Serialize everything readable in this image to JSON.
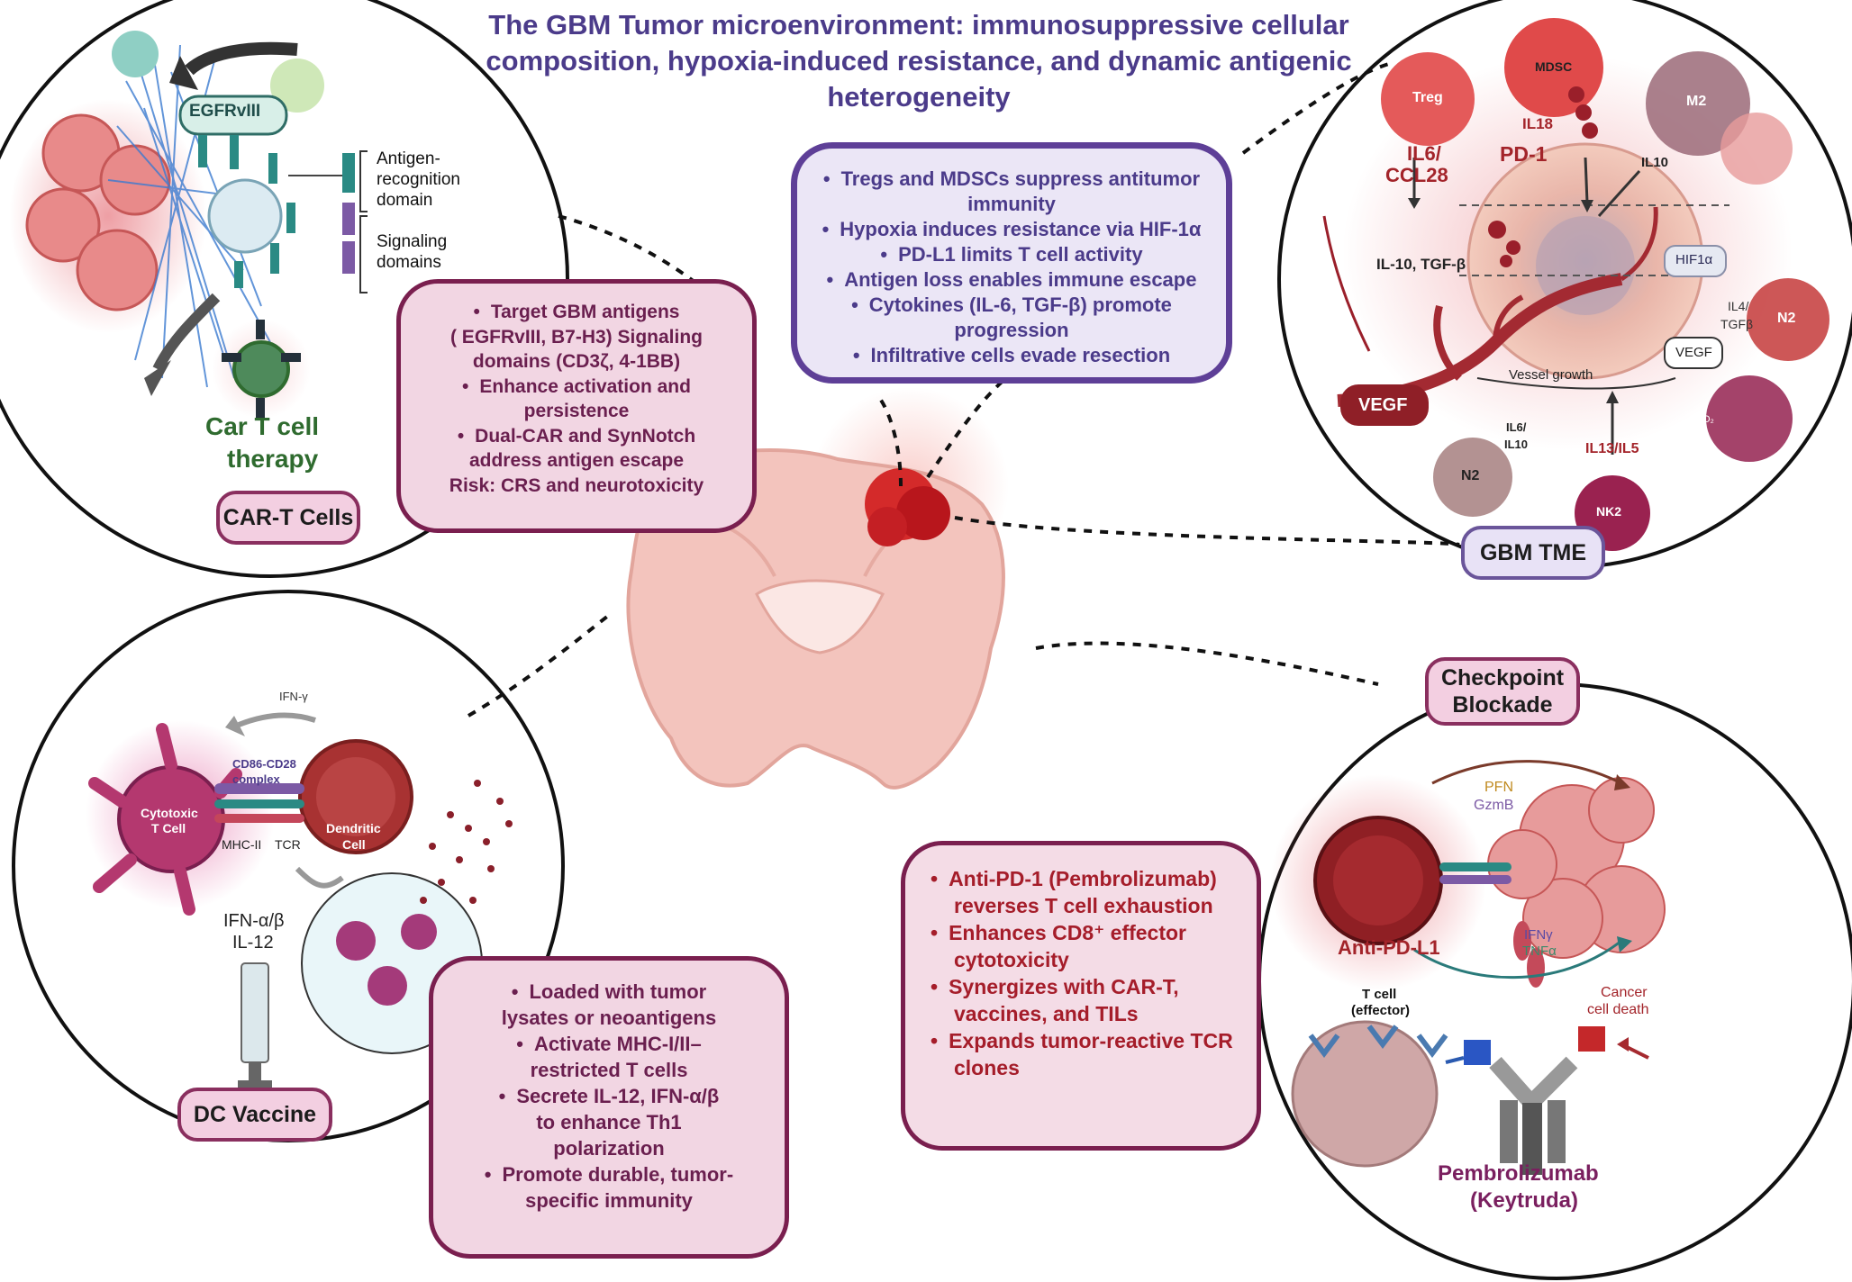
{
  "title_lines": [
    "The GBM  Tumor microenvironment: immunosuppressive cellular",
    "composition, hypoxia-induced resistance, and dynamic antigenic",
    "heterogeneity"
  ],
  "tme_box": {
    "items": [
      "Tregs and MDSCs suppress antitumor",
      "immunity",
      "Hypoxia induces resistance via HIF-1α",
      "PD-L1 limits T cell activity",
      "Antigen loss enables immune escape",
      "Cytokines (IL-6, TGF-β) promote",
      "progression",
      "Infiltrative cells evade resection"
    ]
  },
  "cart_box": {
    "items": [
      "Target GBM antigens",
      "( EGFRvIII, B7-H3) Signaling",
      "domains (CD3ζ, 4-1BB)",
      "Enhance activation and",
      "persistence",
      "Dual-CAR and SynNotch",
      "address antigen escape",
      "Risk: CRS and neurotoxicity"
    ]
  },
  "dc_box": {
    "items": [
      "Loaded with tumor",
      "lysates or neoantigens",
      "Activate MHC-I/II–",
      "restricted T cells",
      "Secrete IL-12, IFN-α/β",
      "to enhance Th1",
      "polarization",
      "Promote durable, tumor-",
      "specific immunity"
    ]
  },
  "cb_box": {
    "items": [
      "Anti-PD-1 (Pembrolizumab) reverses T cell exhaustion",
      "Enhances CD8⁺ effector cytotoxicity",
      "Synergizes with CAR-T, vaccines, and TILs",
      "Expands tumor-reactive TCR clones"
    ]
  },
  "section_labels": {
    "cart": "CAR-T Cells",
    "gbm_tme": "GBM TME",
    "dc_vaccine": "DC Vaccine",
    "checkpoint_line1": "Checkpoint",
    "checkpoint_line2": "Blockade"
  },
  "cart_panel": {
    "egfr": "EGFRvIII",
    "antigen1": "Antigen-",
    "antigen2": "recognition",
    "antigen3": "domain",
    "signal1": "Signaling",
    "signal2": "domains",
    "car1": "Car T cell",
    "car2": "therapy"
  },
  "tme_panel": {
    "treg": "Treg",
    "mdsc": "MDSC",
    "m2": "M2",
    "n2": "N2",
    "nk2a": "N2",
    "nk2b": "NK2",
    "il18": "IL18",
    "pd1": "PD-1",
    "il6a": "IL6/",
    "il6b": "CCL28",
    "il10": "IL10",
    "il10tgf": "IL-10, TGF-β",
    "hif": "HIF1α",
    "il4a": "IL4/",
    "il4b": "TGFβ",
    "vegf_small": "VEGF",
    "vegf_big": "VEGF",
    "vessel": "Vessel growth",
    "il6l1": "IL6/",
    "il6l2": "IL10",
    "il13": "IL13/IL5",
    "o2": "O₂"
  },
  "dc_panel": {
    "ifng": "IFN-γ",
    "cd86a": "CD86-CD28",
    "cd86b": "complex",
    "ctl1": "Cytotoxic",
    "ctl2": "T Cell",
    "dend1": "Dendritic",
    "dend2": "Cell",
    "mhc": "MHC-II",
    "tcr": "TCR",
    "ifnab1": "IFN-α/β",
    "ifnab2": "IL-12"
  },
  "cb_panel": {
    "pfn": "PFN",
    "gzmb": "GzmB",
    "antipdl1": "Anti-PD-L1",
    "ifng": "IFNγ",
    "tnfa": "TNFα",
    "tcell1": "T cell",
    "tcell2": "(effector)",
    "cancer1": "Cancer",
    "cancer2": "cell death",
    "pembro1": "Pembrolizumab",
    "pembro2": "(Keytruda)"
  },
  "colors": {
    "title": "#4b3b8a",
    "box_purple_border": "#5e3f97",
    "box_maroon_border": "#7a1f4f",
    "bullet_red": "#a51d2a",
    "car_green": "#2f6b2f"
  }
}
